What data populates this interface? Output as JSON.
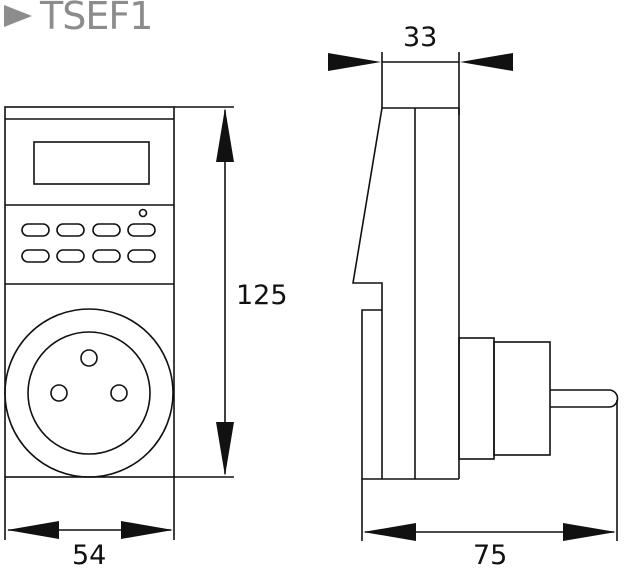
{
  "title": {
    "marker": "triangle-right",
    "text": "TSEF1"
  },
  "dimensions": {
    "height": "125",
    "width": "54",
    "depth_body": "33",
    "depth_total": "75"
  },
  "views": {
    "front": {
      "buttons_rows": 2,
      "buttons_per_row": 4,
      "socket_pins": 3
    },
    "side": {
      "plug_pin": true
    }
  },
  "colors": {
    "title": "#8c8c8c",
    "line": "#111111",
    "background": "#ffffff"
  }
}
